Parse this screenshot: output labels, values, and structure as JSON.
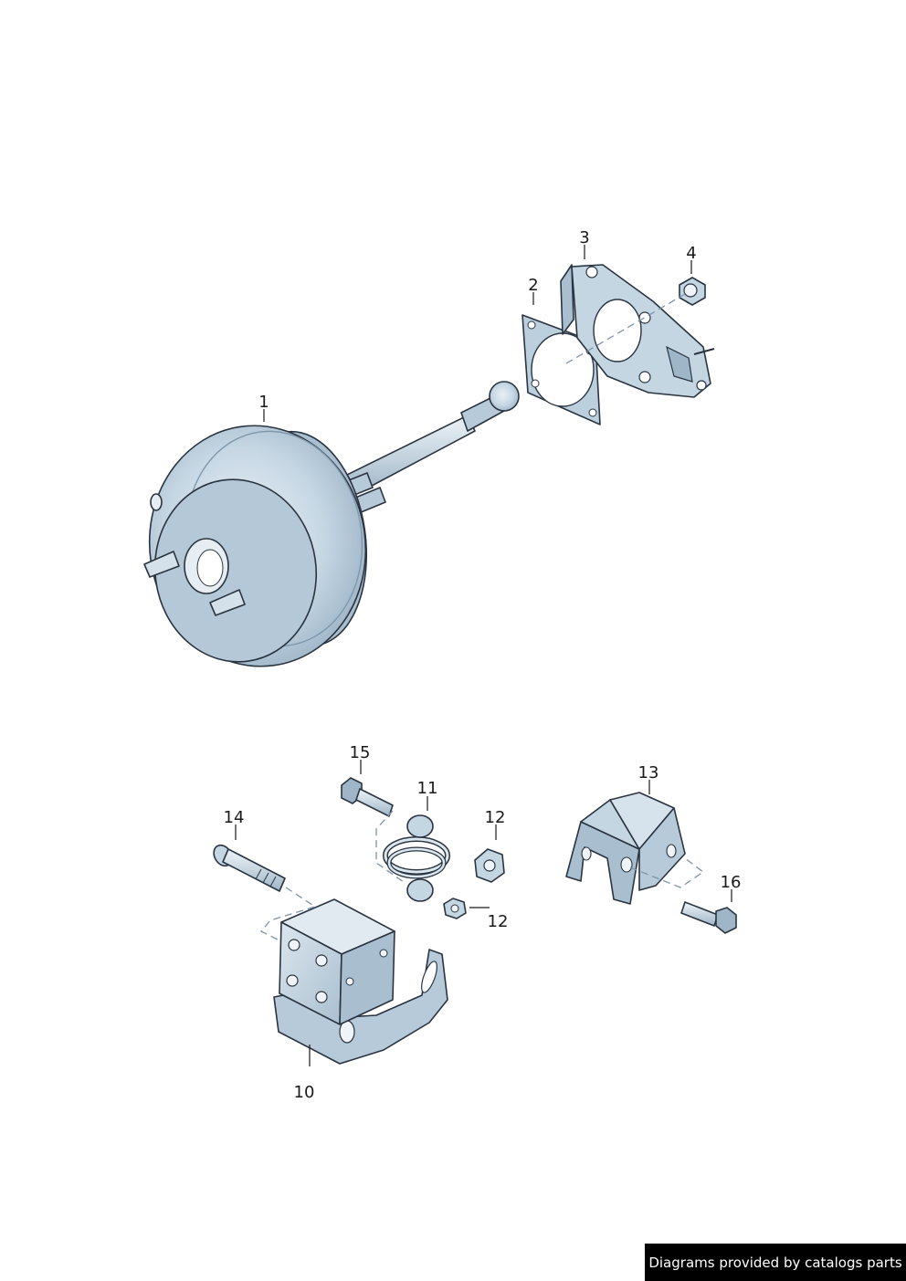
{
  "labels": {
    "p1": "1",
    "p2": "2",
    "p3": "3",
    "p4": "4",
    "p10": "10",
    "p11": "11",
    "p12a": "12",
    "p12b": "12",
    "p13": "13",
    "p14": "14",
    "p15": "15",
    "p16": "16"
  },
  "credit": "Diagrams provided by catalogs parts",
  "colors": {
    "part_fill": "#c5d6e3",
    "part_shade": "#9fb6c8",
    "part_light": "#e3ecf3",
    "outline": "#2a3440",
    "dash": "#7c93aa",
    "banner_bg": "#000000",
    "banner_text": "#ffffff"
  }
}
